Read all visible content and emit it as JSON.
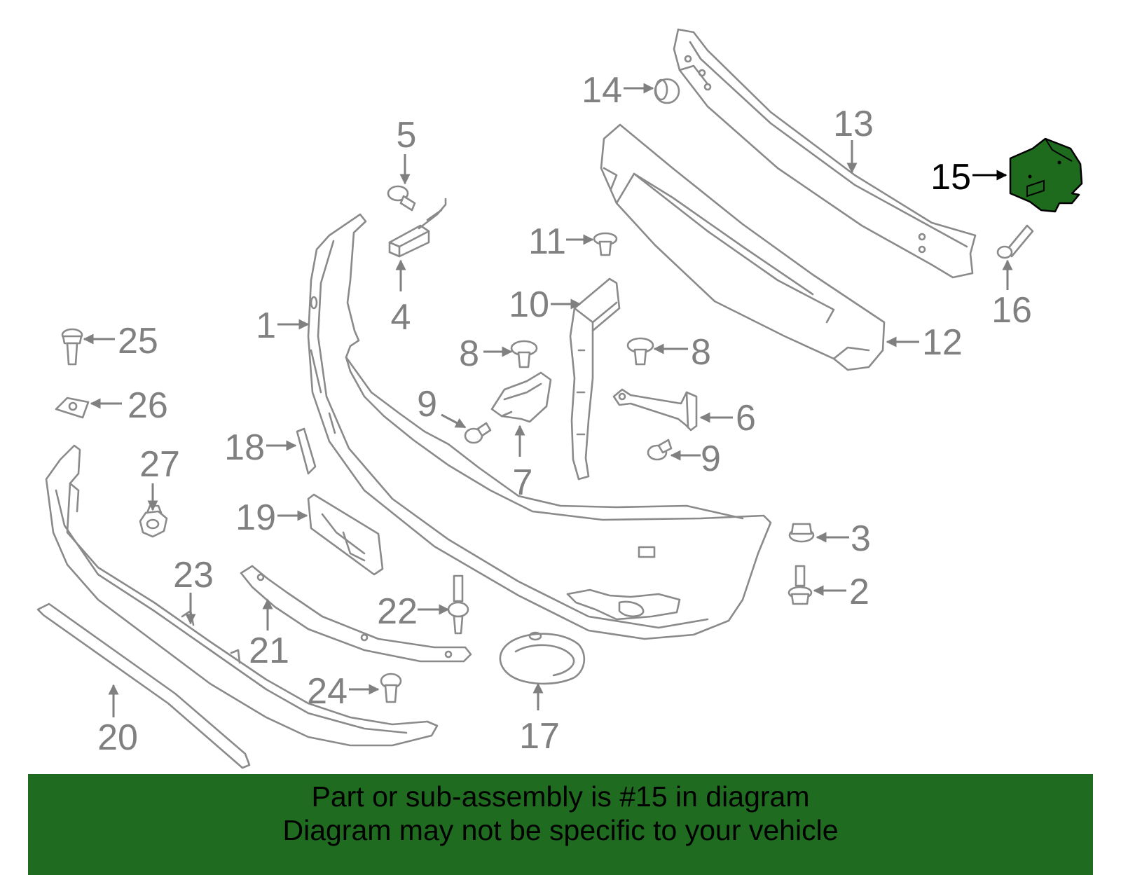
{
  "diagram": {
    "highlight_color": "#1e6b1e",
    "callouts": [
      {
        "id": "c1",
        "label": "1"
      },
      {
        "id": "c2",
        "label": "2"
      },
      {
        "id": "c3",
        "label": "3"
      },
      {
        "id": "c4",
        "label": "4"
      },
      {
        "id": "c5",
        "label": "5"
      },
      {
        "id": "c6",
        "label": "6"
      },
      {
        "id": "c7",
        "label": "7"
      },
      {
        "id": "c8a",
        "label": "8"
      },
      {
        "id": "c8b",
        "label": "8"
      },
      {
        "id": "c9a",
        "label": "9"
      },
      {
        "id": "c9b",
        "label": "9"
      },
      {
        "id": "c10",
        "label": "10"
      },
      {
        "id": "c11",
        "label": "11"
      },
      {
        "id": "c12",
        "label": "12"
      },
      {
        "id": "c13",
        "label": "13"
      },
      {
        "id": "c14",
        "label": "14"
      },
      {
        "id": "c15",
        "label": "15",
        "highlighted": true
      },
      {
        "id": "c16",
        "label": "16"
      },
      {
        "id": "c17",
        "label": "17"
      },
      {
        "id": "c18",
        "label": "18"
      },
      {
        "id": "c19",
        "label": "19"
      },
      {
        "id": "c20",
        "label": "20"
      },
      {
        "id": "c21",
        "label": "21"
      },
      {
        "id": "c22",
        "label": "22"
      },
      {
        "id": "c23",
        "label": "23"
      },
      {
        "id": "c24",
        "label": "24"
      },
      {
        "id": "c25",
        "label": "25"
      },
      {
        "id": "c26",
        "label": "26"
      },
      {
        "id": "c27",
        "label": "27"
      }
    ]
  },
  "banner": {
    "background": "#1f6b1f",
    "line1": "Part or sub-assembly is #15 in diagram",
    "line2": "Diagram may not be specific to your vehicle"
  }
}
